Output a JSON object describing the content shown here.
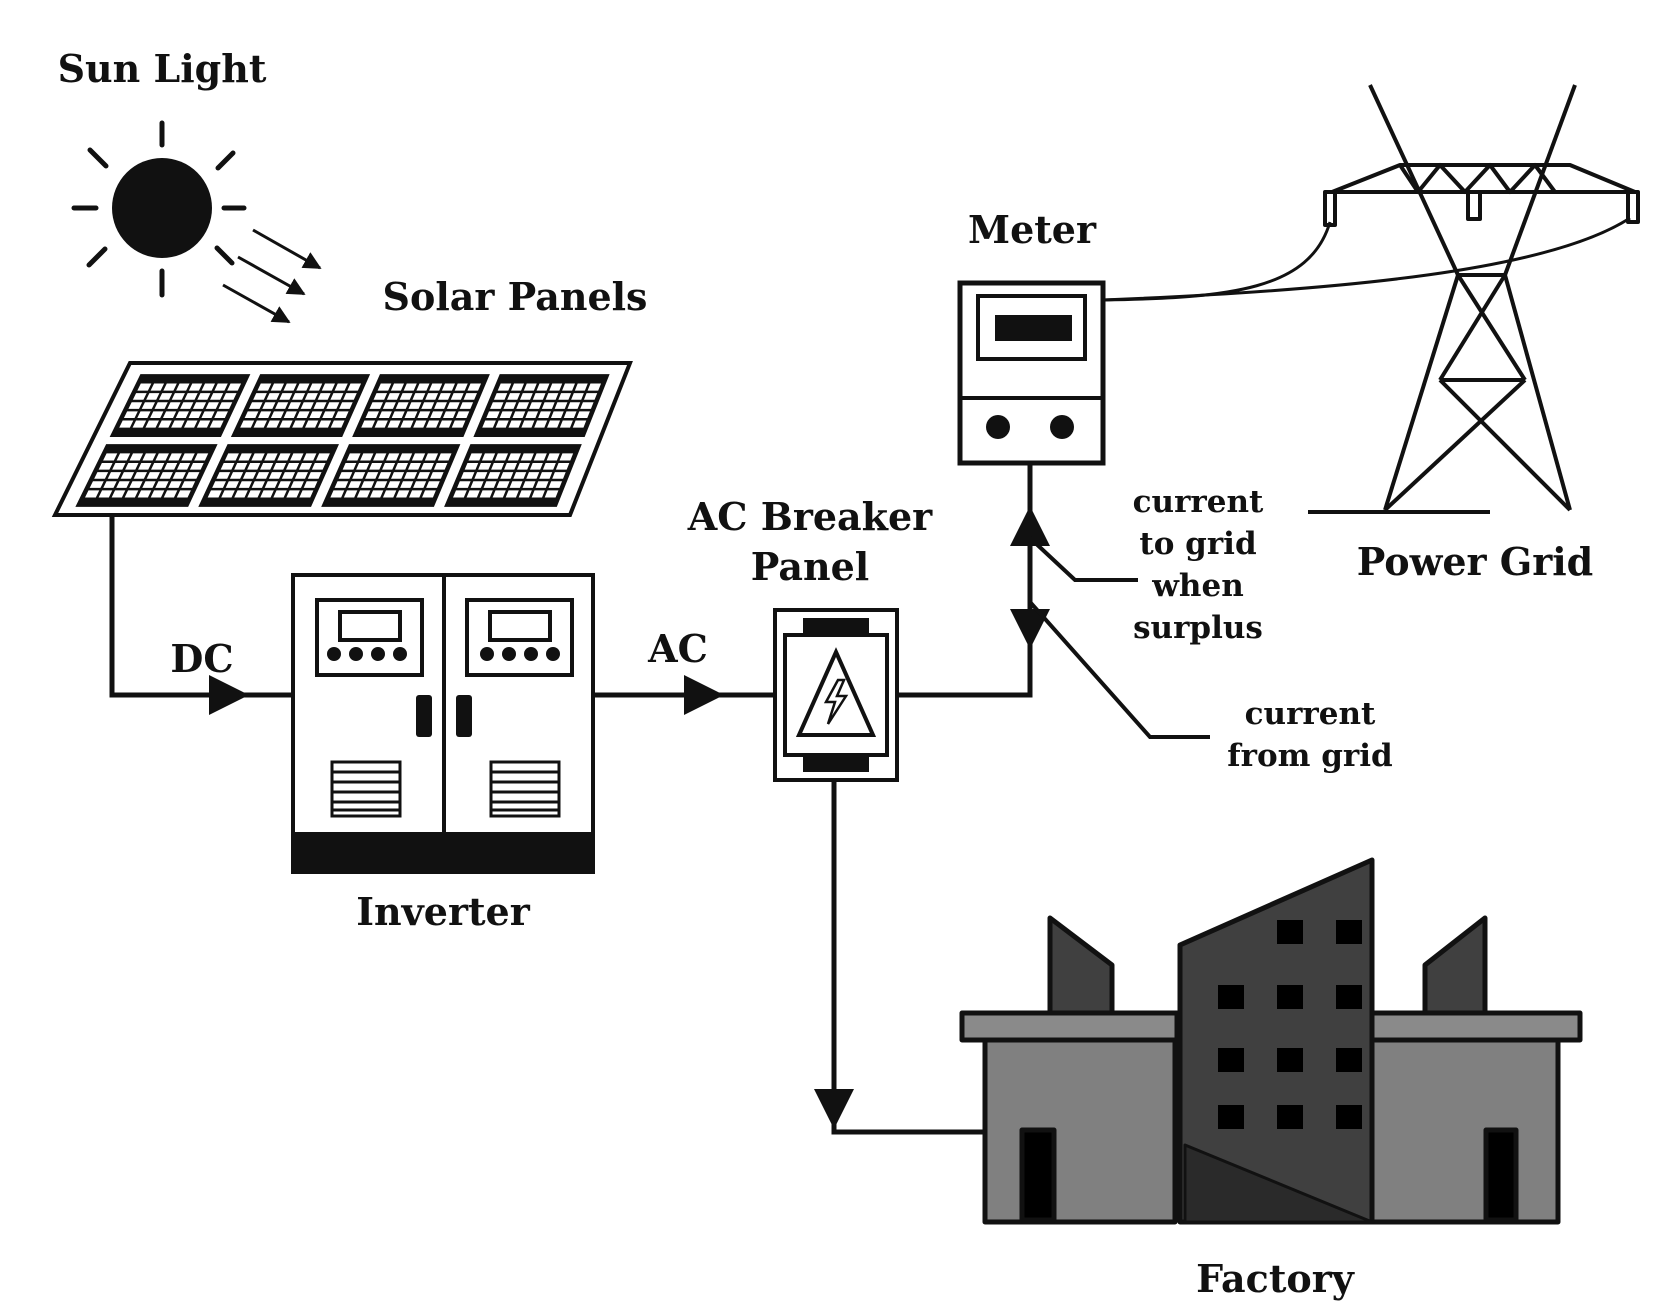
{
  "labels": {
    "sun": "Sun Light",
    "solar_panels": "Solar Panels",
    "dc": "DC",
    "ac": "AC",
    "inverter": "Inverter",
    "breaker_line1": "AC Breaker",
    "breaker_line2": "Panel",
    "meter": "Meter",
    "power_grid": "Power Grid",
    "to_grid_1": "current",
    "to_grid_2": "to grid",
    "to_grid_3": "when",
    "to_grid_4": "surplus",
    "from_grid_1": "current",
    "from_grid_2": "from grid",
    "factory": "Factory"
  },
  "colors": {
    "line": "#111111",
    "factory_light": "#808080",
    "factory_dark": "#404040",
    "factory_roof": "#8a8a8a"
  },
  "icons": {
    "sun": "sun-icon",
    "panels": "solar-panel-icon",
    "inverter": "inverter-icon",
    "breaker": "breaker-panel-icon",
    "meter": "meter-icon",
    "tower": "transmission-tower-icon",
    "factory": "factory-icon"
  }
}
